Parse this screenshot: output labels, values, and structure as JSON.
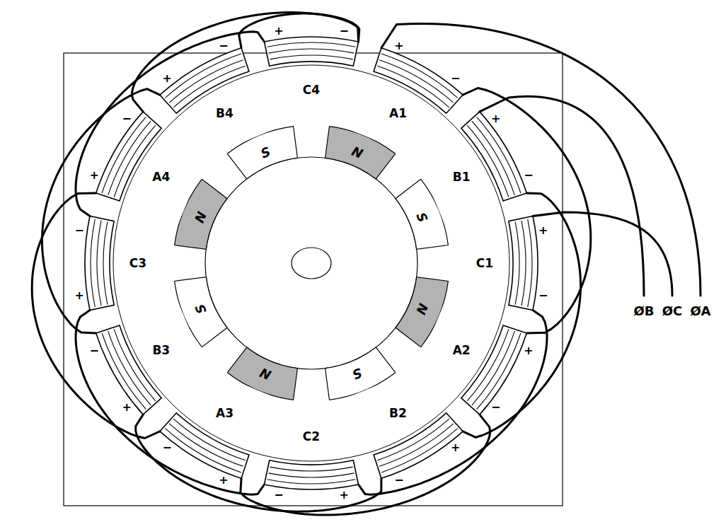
{
  "diagram": {
    "nodes": [
      {
        "text": [
          "S"
        ]
      },
      {
        "text": [
          "N"
        ]
      },
      {
        "text": [
          "N"
        ]
      },
      {
        "text": [
          "S"
        ]
      },
      {
        "text": [
          "S"
        ]
      },
      {
        "text": [
          "N"
        ]
      },
      {
        "text": [
          "N"
        ]
      },
      {
        "text": [
          "S"
        ]
      }
    ],
    "labels": [
      "C4",
      "+",
      "−",
      "A1",
      "+",
      "−",
      "B1",
      "+",
      "−",
      "C1",
      "+",
      "−",
      "A2",
      "+",
      "−",
      "B2",
      "+",
      "−",
      "C2",
      "+",
      "−",
      "A3",
      "+",
      "−",
      "B3",
      "+",
      "−",
      "C3",
      "+",
      "−",
      "A4",
      "+",
      "−",
      "B4",
      "+",
      "−",
      "ØB",
      "ØC",
      "ØA"
    ]
  }
}
